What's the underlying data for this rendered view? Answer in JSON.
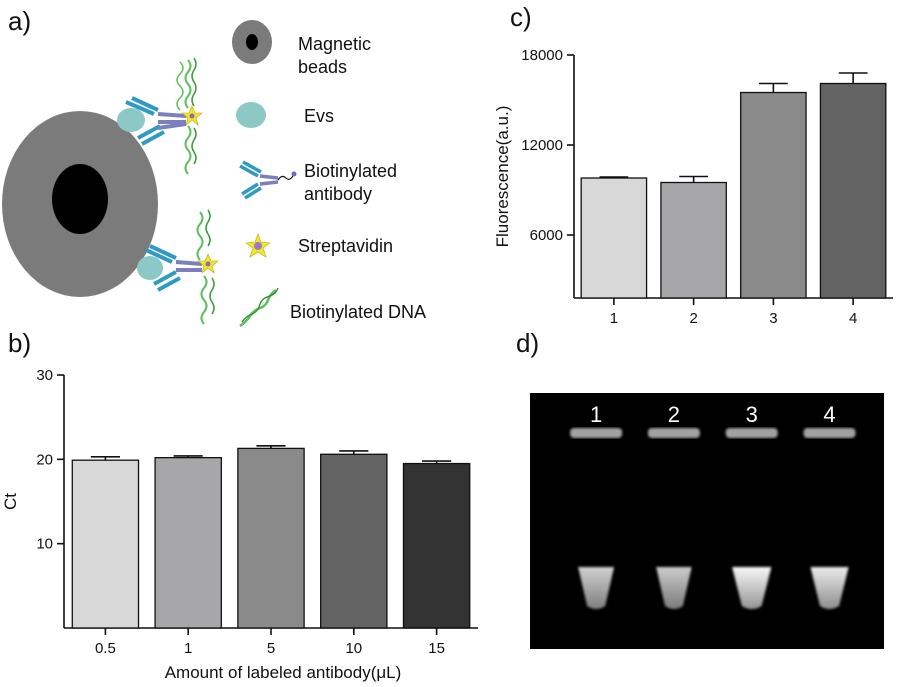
{
  "panels": {
    "a": {
      "label": "a)",
      "legend": [
        {
          "icon": "magnetic-bead-icon",
          "lines": [
            "Magnetic",
            "beads"
          ]
        },
        {
          "icon": "ev-icon",
          "lines": [
            "Evs"
          ]
        },
        {
          "icon": "biotinylated-antibody-icon",
          "lines": [
            "Biotinylated",
            "antibody"
          ]
        },
        {
          "icon": "streptavidin-icon",
          "lines": [
            "Streptavidin"
          ]
        },
        {
          "icon": "biotinylated-dna-icon",
          "lines": [
            "Biotinylated DNA"
          ]
        }
      ],
      "colors": {
        "bead_outer": "#7b7b7b",
        "bead_core": "#000000",
        "ev": "#8cc9c6",
        "antibody_blue": "#2f9bc4",
        "antibody_purple": "#7a7fc0",
        "dna_green": "#5bbf5b",
        "streptavidin": "#f2e81e"
      }
    },
    "b": {
      "label": "b)"
    },
    "c": {
      "label": "c)"
    },
    "d": {
      "label": "d)",
      "lanes": [
        "1",
        "2",
        "3",
        "4"
      ],
      "tube_brightness": [
        0.82,
        0.8,
        0.97,
        0.92
      ]
    }
  },
  "chart_data": [
    {
      "id": "b",
      "type": "bar",
      "categories": [
        "0.5",
        "1",
        "5",
        "10",
        "15"
      ],
      "values": [
        19.9,
        20.2,
        21.3,
        20.6,
        19.5
      ],
      "errors": [
        0.4,
        0.2,
        0.3,
        0.4,
        0.3
      ],
      "colors": [
        "#d8d8d8",
        "#a7a7aa",
        "#8a8a8a",
        "#636363",
        "#333333"
      ],
      "title": "",
      "xlabel": "Amount of labeled antibody(μL)",
      "ylabel": "Ct",
      "ylim": [
        0,
        30
      ],
      "yticks": [
        10,
        20,
        30
      ],
      "grid": false
    },
    {
      "id": "c",
      "type": "bar",
      "categories": [
        "1",
        "2",
        "3",
        "4"
      ],
      "values": [
        9800,
        9500,
        15500,
        16100
      ],
      "errors": [
        60,
        400,
        600,
        700
      ],
      "colors": [
        "#d8d8d8",
        "#a7a7aa",
        "#8a8a8a",
        "#636363"
      ],
      "title": "",
      "xlabel": "",
      "ylabel": "Fluorescence(a.u.)",
      "ylim": [
        1800,
        18000
      ],
      "yticks": [
        6000,
        12000,
        18000
      ],
      "grid": false
    }
  ]
}
